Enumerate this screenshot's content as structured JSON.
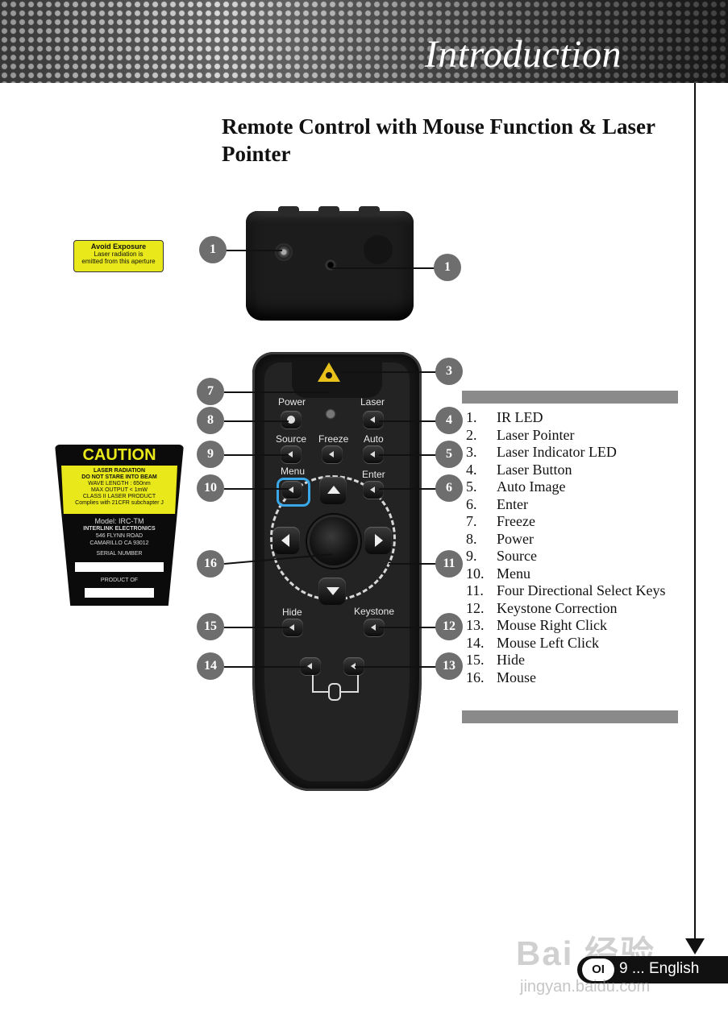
{
  "header": {
    "title": "Introduction"
  },
  "page_title": "Remote Control with Mouse Function & Laser Pointer",
  "sticker_small": {
    "line1": "Avoid Exposure",
    "line2": "Laser radiation is",
    "line3": "emitted from this aperture"
  },
  "caution_label": {
    "title": "CAUTION",
    "warn1": "LASER RADIATION",
    "warn2": "DO NOT STARE INTO BEAM",
    "warn3": "WAVE LENGTH : 650nm",
    "warn4": "MAX OUTPUT < 1mW",
    "warn5": "CLASS II LASER PRODUCT",
    "warn6": "Complies with 21CFR subchapter J",
    "model": "Model: IRC-TM",
    "maker": "INTERLINK ELECTRONICS",
    "addr1": "546 FLYNN ROAD",
    "addr2": "CAMARILLO CA 93012",
    "serial": "SERIAL NUMBER",
    "product": "PRODUCT OF"
  },
  "remote_labels": {
    "power": "Power",
    "laser": "Laser",
    "source": "Source",
    "freeze": "Freeze",
    "auto": "Auto",
    "menu": "Menu",
    "enter": "Enter",
    "hide": "Hide",
    "keystone": "Keystone"
  },
  "callouts": [
    "1",
    "1",
    "3",
    "7",
    "8",
    "4",
    "9",
    "5",
    "10",
    "6",
    "16",
    "11",
    "15",
    "12",
    "14",
    "13"
  ],
  "legend": [
    {
      "num": "1.",
      "text": "IR LED"
    },
    {
      "num": "2.",
      "text": "Laser Pointer"
    },
    {
      "num": "3.",
      "text": "Laser Indicator LED"
    },
    {
      "num": "4.",
      "text": "Laser Button"
    },
    {
      "num": "5.",
      "text": "Auto Image"
    },
    {
      "num": "6.",
      "text": "Enter"
    },
    {
      "num": "7.",
      "text": "Freeze"
    },
    {
      "num": "8.",
      "text": "Power"
    },
    {
      "num": "9.",
      "text": "Source"
    },
    {
      "num": "10.",
      "text": "Menu"
    },
    {
      "num": "11.",
      "text": "Four Directional Select Keys"
    },
    {
      "num": "12.",
      "text": "Keystone Correction"
    },
    {
      "num": "13.",
      "text": "Mouse Right Click"
    },
    {
      "num": "14.",
      "text": "Mouse Left Click"
    },
    {
      "num": "15.",
      "text": "Hide"
    },
    {
      "num": "16.",
      "text": "Mouse"
    }
  ],
  "footer": {
    "logo": "OI",
    "text": "9 ... English"
  },
  "watermark": {
    "brand": "Bai 经验",
    "url": "jingyan.baidu.com"
  },
  "colors": {
    "header_gray": "#5a5a5a",
    "callout_gray": "#6e6e6e",
    "laser_yellow": "#e8e81a",
    "menu_highlight": "#3aa8e8"
  }
}
